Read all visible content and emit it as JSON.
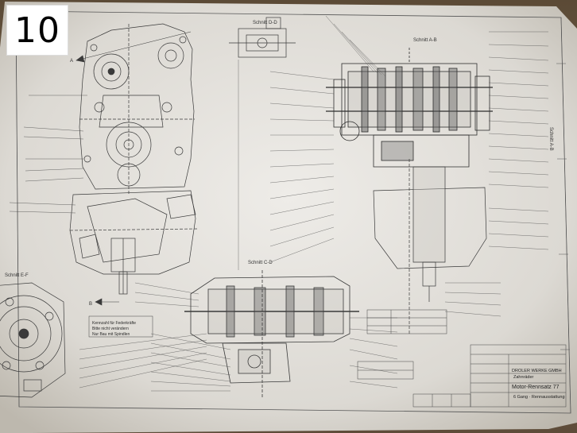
{
  "badge": {
    "number": "10"
  },
  "sections": {
    "d_d": "Schnitt D-D",
    "a_b": "Schnitt A-B",
    "c_d": "Schnitt C-D",
    "e_f": "Schnitt E-F",
    "arrow_a": "A",
    "arrow_b": "B"
  },
  "notes": {
    "stamp_1": "Kennzahl für Federkräfte",
    "stamp_2": "Bitte nicht verändern",
    "stamp_3": "Nur Bau mit Spindlen",
    "side_ref": "Schnitt A-B"
  },
  "title_block": {
    "company": "DROLER WERKE GMBH",
    "company_sub": "Zahnräder",
    "title": "Motor-Rennsatz 77",
    "subtitle": "6 Gang · Rennausstattung"
  },
  "colors": {
    "paper": "#e3e1dc",
    "ink": "#3a3a3a",
    "table": "#6b5a44"
  }
}
